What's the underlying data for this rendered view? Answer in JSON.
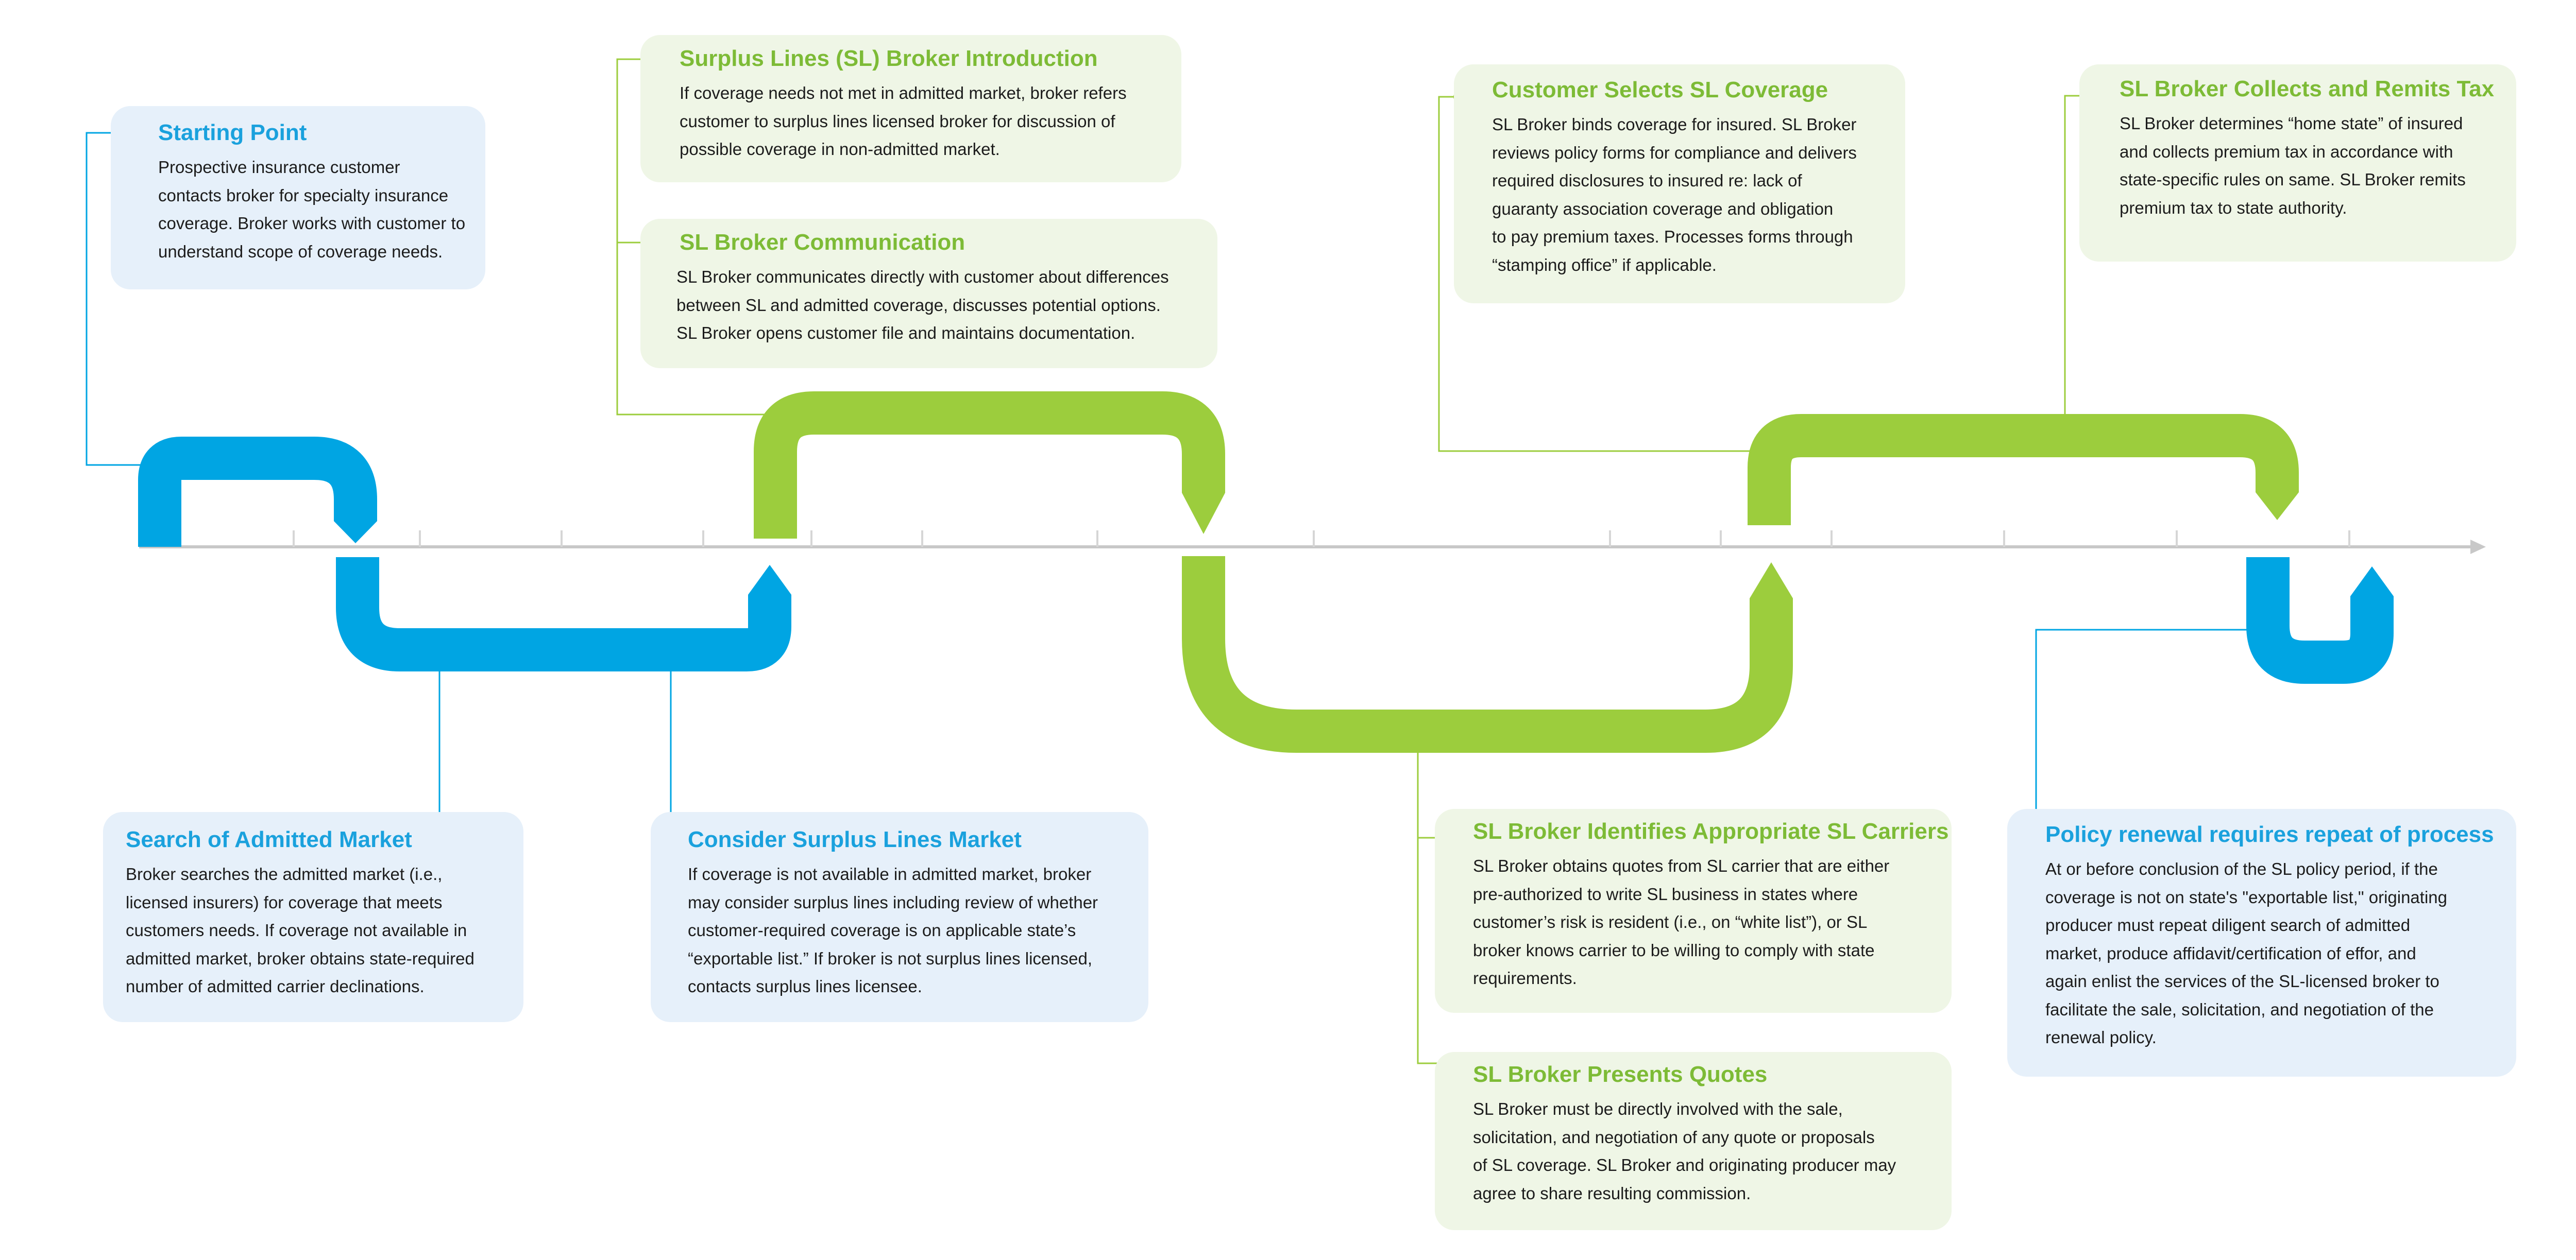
{
  "colors": {
    "blue": "#00a5e3",
    "green": "#9ccd3d",
    "blue_title": "#1aa1dd",
    "green_title": "#7dbb36",
    "blue_card": "#e6f0fa",
    "green_card": "#eff6e6",
    "axis": "#c8c8c8"
  },
  "steps": [
    {
      "title": "Starting Point",
      "body": "Prospective insurance customer\ncontacts broker for specialty insurance\ncoverage. Broker works with customer to\nunderstand scope of coverage needs."
    },
    {
      "title": "Search of Admitted Market",
      "body": "Broker searches the admitted market (i.e.,\nlicensed insurers) for coverage that meets\ncustomers needs. If coverage not available in\nadmitted market, broker obtains state-required\nnumber of admitted carrier declinations."
    },
    {
      "title": "Consider Surplus Lines Market",
      "body": "If coverage is not available in admitted market, broker\nmay consider surplus lines including review of whether\ncustomer-required coverage is on applicable state’s\n“exportable list.” If broker is not surplus lines licensed,\ncontacts surplus lines licensee."
    },
    {
      "title": "Surplus Lines (SL) Broker Introduction",
      "body": "If coverage needs not met in admitted market, broker refers\ncustomer to surplus lines licensed broker for discussion of\npossible coverage in non-admitted market."
    },
    {
      "title": "SL Broker Communication",
      "body": "SL Broker communicates directly with customer about differences\nbetween SL and admitted coverage, discusses potential options.\nSL Broker opens customer file and maintains documentation."
    },
    {
      "title": "SL Broker Identifies Appropriate SL Carriers",
      "body": "SL Broker obtains quotes from SL carrier that are either\npre-authorized to write SL business in states where\ncustomer’s risk is resident (i.e., on “white list”), or SL\nbroker knows carrier to be willing to comply with state\nrequirements."
    },
    {
      "title": "SL Broker Presents Quotes",
      "body": "SL Broker must be directly involved with the sale,\nsolicitation, and negotiation of any quote or proposals\nof SL coverage. SL Broker and originating producer may\nagree to share resulting commission."
    },
    {
      "title": "Customer Selects SL Coverage",
      "body": "SL Broker binds coverage for insured. SL Broker\nreviews policy forms for compliance and delivers\nrequired disclosures to insured re: lack of\nguaranty association coverage and obligation\nto pay premium taxes. Processes forms through\n“stamping office” if applicable."
    },
    {
      "title": "SL Broker Collects and Remits Tax",
      "body": "SL Broker determines “home state” of insured\nand collects premium tax in accordance with\nstate-specific rules on same. SL Broker remits\npremium tax to state authority."
    },
    {
      "title": "Policy renewal requires repeat of process",
      "body": "At or before conclusion of the SL policy period, if the\ncoverage is not on state's \"exportable list,\" originating\nproducer must repeat diligent search of admitted\nmarket, produce affidavit/certification of effor, and\nagain enlist the services of the SL-licensed broker to\nfacilitate the sale, solicitation, and negotiation of the\nrenewal policy."
    }
  ]
}
